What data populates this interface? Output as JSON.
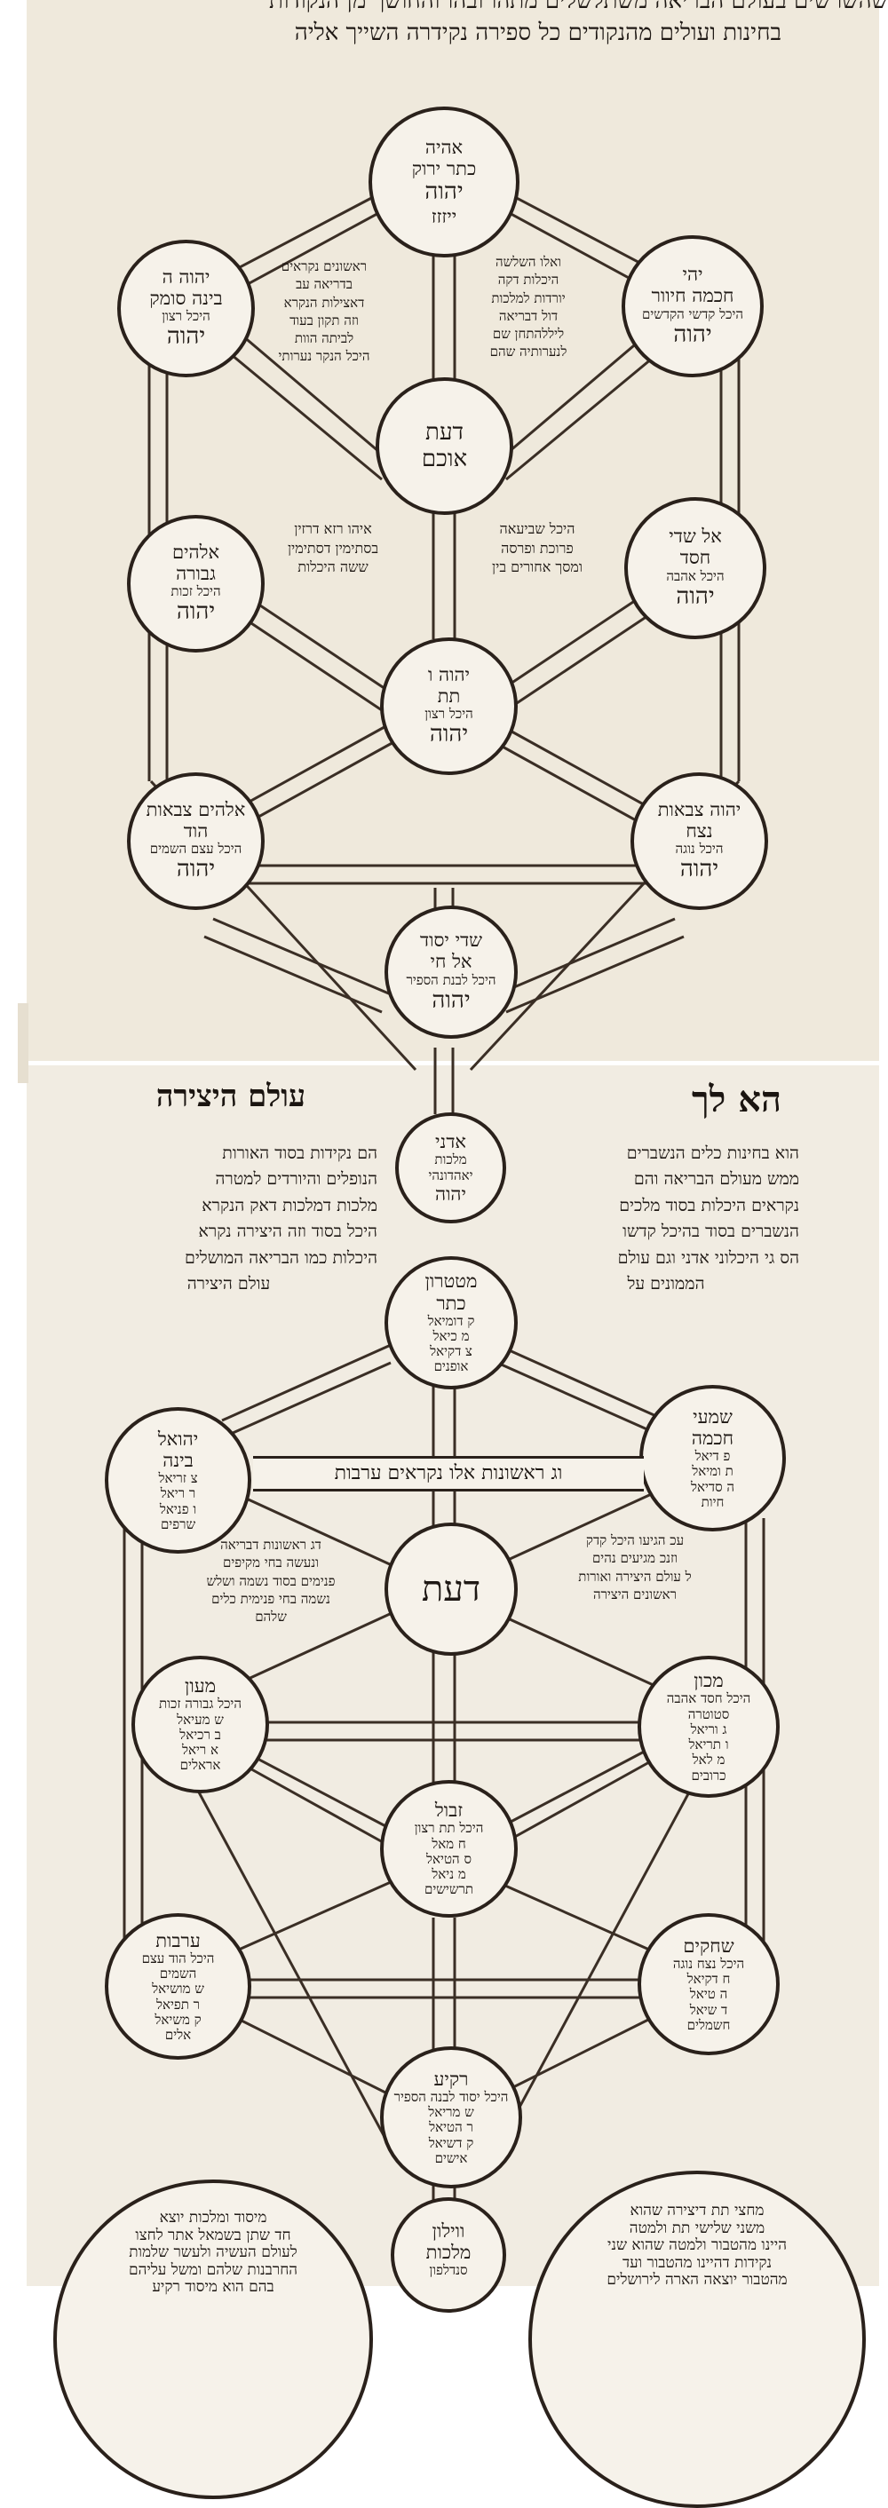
{
  "header_lines": [
    "שהשרשים בעולם הבריאה משתלשלים מתהו ובהו והחושך מן הנקודות",
    "בחינות ועולים מהנקודים כל ספירה נקידרה השייך אליה"
  ],
  "upper_tree": {
    "nodes": [
      {
        "id": "keter",
        "lines": [
          "אהיה",
          "כתר ירוק",
          "יהוה",
          "ייזזז"
        ]
      },
      {
        "id": "binah",
        "lines": [
          "יהוה ה",
          "בינה סומק",
          "היכל רצון",
          "יהוה"
        ]
      },
      {
        "id": "chochmah",
        "lines": [
          "יהי",
          "חכמה חיוור",
          "היכל קדשי הקדשים",
          "יהוה"
        ]
      },
      {
        "id": "daat",
        "lines": [
          "דעת",
          "אוכם"
        ]
      },
      {
        "id": "gevurah",
        "lines": [
          "אלהים",
          "גבורה",
          "היכל זכות",
          "יהוה"
        ]
      },
      {
        "id": "chesed",
        "lines": [
          "אל שדי",
          "חסד",
          "היכל אהבה",
          "יהוה"
        ]
      },
      {
        "id": "tiferet",
        "lines": [
          "יהוה ו",
          "תת",
          "היכל רצון",
          "יהוה"
        ]
      },
      {
        "id": "hod",
        "lines": [
          "אלהים צבאות",
          "הוד",
          "היכל עצם השמים",
          "יהוה"
        ]
      },
      {
        "id": "netzach",
        "lines": [
          "יהוה צבאות",
          "נצח",
          "היכל נוגה",
          "יהוה"
        ]
      },
      {
        "id": "yesod",
        "lines": [
          "שדי יסוד",
          "אל חי",
          "היכל לבנת הספיר",
          "יהוה"
        ]
      },
      {
        "id": "malchut",
        "lines": [
          "אדני",
          "מלכות",
          "יאהדונהי",
          "יהוה"
        ]
      }
    ],
    "notes": {
      "left_upper": [
        "ראשונים נקראים",
        "בדריאה עב",
        "דאצילות הנקרא",
        "וזה תקון בעוד",
        "לביתה הוות",
        "היכל הנקר נערותי"
      ],
      "right_upper": [
        "ואלו השלשה",
        "היכלות דקה",
        "יורדות למלכות",
        "דול דבריאה",
        "ליללהתחן שם",
        "לנערותיה שהם"
      ],
      "left_middle": [
        "איהו רזא דרזין",
        "בסתימין דסתימין",
        "ששה היכלות"
      ],
      "right_middle": [
        "היכל שביעאה",
        "פרוכת ופרסה",
        "ומסך אחורים בין"
      ]
    }
  },
  "lower_section": {
    "heading_left": "עולם היצירה",
    "heading_right": "הא לך",
    "text_left": [
      "הם נקידות בסוד האורות",
      "הנופלים והיורדים למטרה",
      "מלכות דמלכות דאק הנקרא",
      "היכל בסוד וזה היצירה נקרא",
      "היכלות כמו הבריאה המושלים",
      "עולם היצירה"
    ],
    "text_right": [
      "הוא בחינות כלים הנשברים",
      "ממש מעולם הבריאה והם",
      "נקראים היכלות בסוד מלכים",
      "הנשברים בסוד בהיכל קדשו",
      "הס גי היכלוני אדני וגם עולם",
      "הממונים על"
    ]
  },
  "lower_tree": {
    "nodes": [
      {
        "id": "metatron",
        "lines": [
          "מטטרון",
          "כתר",
          "ק דומיאל",
          "מ כיאל",
          "צ דקיאל",
          "אופנים"
        ]
      },
      {
        "id": "binah2",
        "lines": [
          "יהואל",
          "בינה",
          "צ זריאל",
          "ר ריאל",
          "ו פניאל",
          "שרפים"
        ]
      },
      {
        "id": "chochmah2",
        "lines": [
          "שמעי",
          "חכמה",
          "פ דיאל",
          "ת ומיאל",
          "ה סדיאל",
          "חיות"
        ]
      },
      {
        "id": "daat2",
        "lines": [
          "דעת"
        ]
      },
      {
        "id": "maon",
        "lines": [
          "מעון",
          "היכל גבורה זכות",
          "ש מעיאל",
          "ב רכיאל",
          "א ריאל",
          "אראלים"
        ]
      },
      {
        "id": "machon",
        "lines": [
          "מכון",
          "היכל חסד אהבה",
          "סטוטרה",
          "ג וריאל",
          "ו תריאל",
          "מ לאל",
          "כרובים"
        ]
      },
      {
        "id": "zevul",
        "lines": [
          "זבול",
          "היכל תת רצון",
          "ח מאל",
          "ס הטיאל",
          "מ ניאל",
          "תרשישים"
        ]
      },
      {
        "id": "aravot",
        "lines": [
          "ערבות",
          "היכל הוד עצם",
          "השמים",
          "ש מושיאל",
          "ר תפיאל",
          "ק משיאל",
          "אלים"
        ]
      },
      {
        "id": "shechakim",
        "lines": [
          "שחקים",
          "היכל נצח נוגה",
          "ח דקיאל",
          "ה טיאל",
          "ד שיאל",
          "חשמלים"
        ]
      },
      {
        "id": "rakia",
        "lines": [
          "רקיע",
          "היכל יסוד לבנה הספיר",
          "ש מריאל",
          "ר הטיאל",
          "ק דשיאל",
          "אישים"
        ]
      },
      {
        "id": "vilon",
        "lines": [
          "ווילון",
          "מלכות",
          "סנדלפון"
        ]
      }
    ],
    "banner": "וג ראשונות אלו נקראים ערבות",
    "notes": {
      "left": [
        "דג ראשונות דבריאה",
        "ונעשה בחי מקיפים",
        "פנימים בסוד נשמה ושלש",
        "נשמה בחי פנימית כלים",
        "שלהם"
      ],
      "right": [
        "עכ הגיעו היכל קדק",
        "וזנכ מגיעים נהים",
        "ל עולם היצירה ואורות",
        "ראשונים היצירה"
      ]
    }
  },
  "bottom_circles": {
    "left": [
      "מיסוד ומלכות יוצא",
      "חד שתן בשמאל אתר לחצו",
      "לעולם העשיה ולעשר שלמות",
      "החרבנות שלהם ומשל עליהם",
      "בהם הוא מיסוד רקיע"
    ],
    "right": [
      "מחצי תת דיצירה שהוא",
      "משני שלישי תת ולמטה",
      "היינו מהטבור ולמטה שהוא שני",
      "נקידות דהיינו מהטבור ועד",
      "מהטבור יוצאה הארה לירושלים"
    ]
  }
}
